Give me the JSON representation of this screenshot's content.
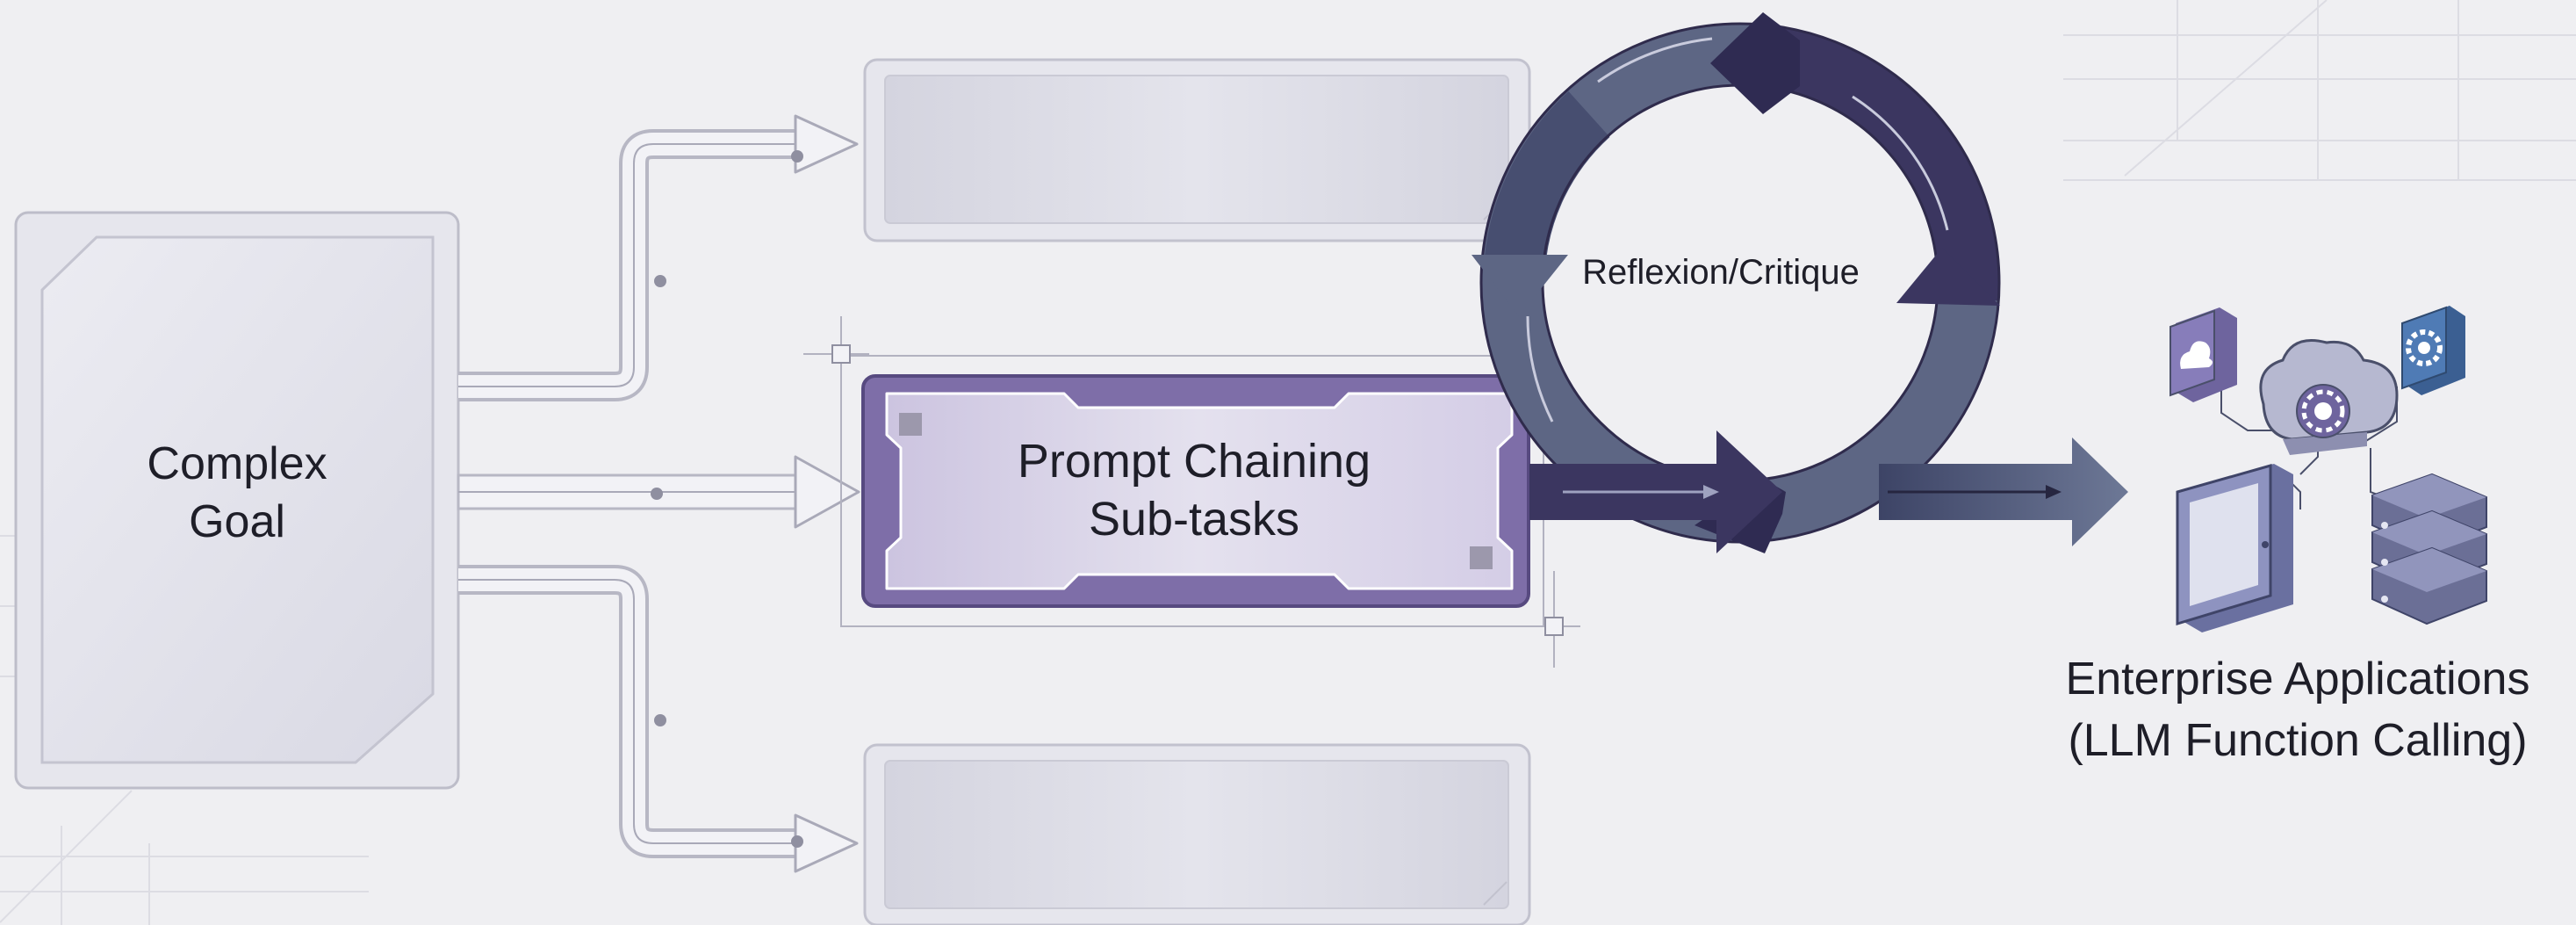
{
  "diagram": {
    "goal": {
      "line1": "Complex",
      "line2": "Goal"
    },
    "chain": {
      "line1": "Prompt Chaining",
      "line2": "Sub-tasks"
    },
    "loop": {
      "label": "Reflexion/Critique"
    },
    "enterprise": {
      "line1": "Enterprise Applications",
      "line2": "(LLM Function Calling)"
    },
    "icons": [
      "cloud-icon",
      "gear-cloud-icon",
      "gear-icon",
      "tablet-icon",
      "server-stack-icon"
    ],
    "colors": {
      "background": "#efeff2",
      "box_fill": "#e0e0ea",
      "box_stroke": "#b9b9c6",
      "accent_purple": "#6e5f96",
      "loop_dark": "#35305a",
      "loop_mid": "#5d6684",
      "icon_purple": "#7d73ad",
      "icon_blue": "#4f7bb5"
    }
  }
}
